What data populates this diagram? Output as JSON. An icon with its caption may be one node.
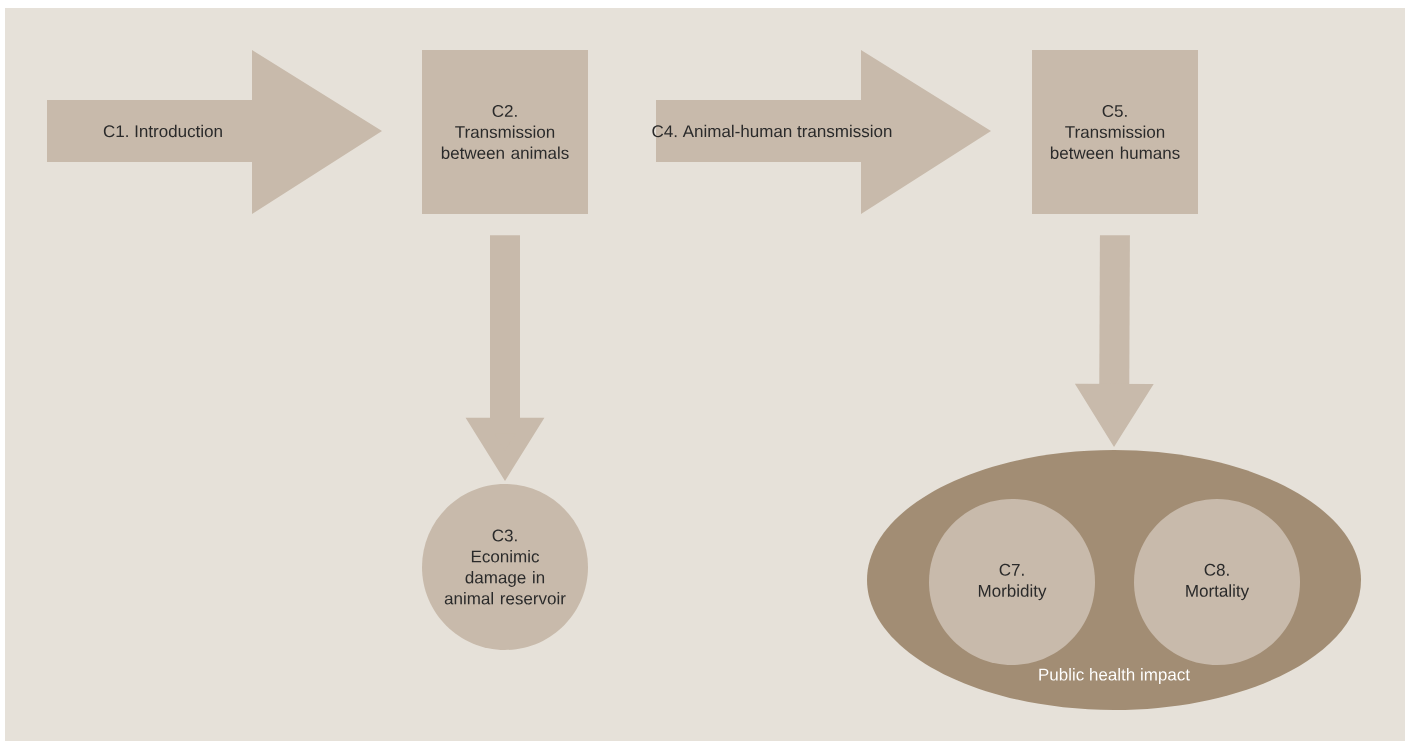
{
  "diagram": {
    "nodes": [
      {
        "text": [
          "C1. Introduction"
        ]
      },
      {
        "text": [
          "C2.",
          "Transmission between animals"
        ]
      },
      {
        "text": [
          "C4. Animal-human transmission"
        ]
      },
      {
        "text": [
          "C5.",
          "Transmission between humans"
        ]
      },
      {
        "text": [
          "C3.",
          "Econimic damage in animal reservoir"
        ]
      },
      {
        "text": [
          "Public health impact"
        ]
      },
      {
        "text": [
          "C7.",
          "Morbidity"
        ],
        "in": 5
      },
      {
        "text": [
          "C8.",
          "Mortality"
        ],
        "in": 5
      }
    ],
    "edges": [
      {
        "from": 1,
        "to": 4,
        "arrow": "to"
      },
      {
        "from": 3,
        "to": 5,
        "arrow": "to"
      }
    ]
  }
}
